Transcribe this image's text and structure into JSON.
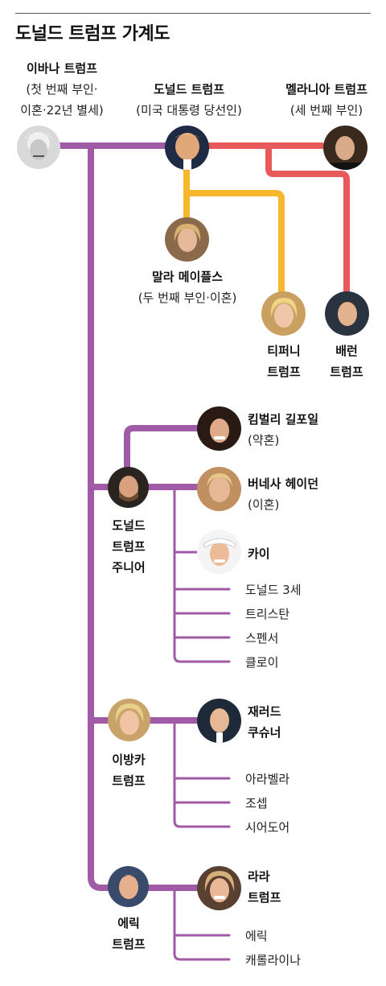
{
  "title": "도널드 트럼프 가계도",
  "colors": {
    "purple": "#a05aa6",
    "orange": "#f6b72f",
    "red": "#e85a5a"
  },
  "people": {
    "ivana": {
      "name": "이바나 트럼프",
      "note1": "(첫 번째 부인·",
      "note2": "이혼·22년 별세)"
    },
    "donald": {
      "name": "도널드 트럼프",
      "note": "(미국 대통령 당선인)"
    },
    "melania": {
      "name": "멜라니아 트럼프",
      "note": "(세 번째 부인)"
    },
    "marla": {
      "name": "말라 메이플스",
      "note": "(두 번째 부인·이혼)"
    },
    "tiffany": {
      "name1": "티퍼니",
      "name2": "트럼프"
    },
    "barron": {
      "name1": "배런",
      "name2": "트럼프"
    },
    "kimberly": {
      "name": "킴벌리 길포일",
      "note": "(약혼)"
    },
    "don_jr": {
      "name1": "도널드",
      "name2": "트럼프",
      "name3": "주니어"
    },
    "vanessa": {
      "name": "버네사 헤이던",
      "note": "(이혼)"
    },
    "kai": {
      "name": "카이"
    },
    "ivanka": {
      "name1": "이방카",
      "name2": "트럼프"
    },
    "jared": {
      "name1": "재러드",
      "name2": "쿠슈너"
    },
    "eric": {
      "name1": "에릭",
      "name2": "트럼프"
    },
    "lara": {
      "name1": "라라",
      "name2": "트럼프"
    }
  },
  "children": {
    "don_jr": [
      "도널드 3세",
      "트리스탄",
      "스펜서",
      "클로이"
    ],
    "ivanka": [
      "아라벨라",
      "조셉",
      "시어도어"
    ],
    "eric": [
      "에릭",
      "캐롤라이나"
    ]
  },
  "photo_icons": [
    "ivana-photo",
    "donald-photo",
    "melania-photo",
    "marla-photo",
    "tiffany-photo",
    "barron-photo",
    "kimberly-photo",
    "don-jr-photo",
    "vanessa-photo",
    "kai-photo",
    "ivanka-photo",
    "jared-photo",
    "eric-photo",
    "lara-photo"
  ]
}
